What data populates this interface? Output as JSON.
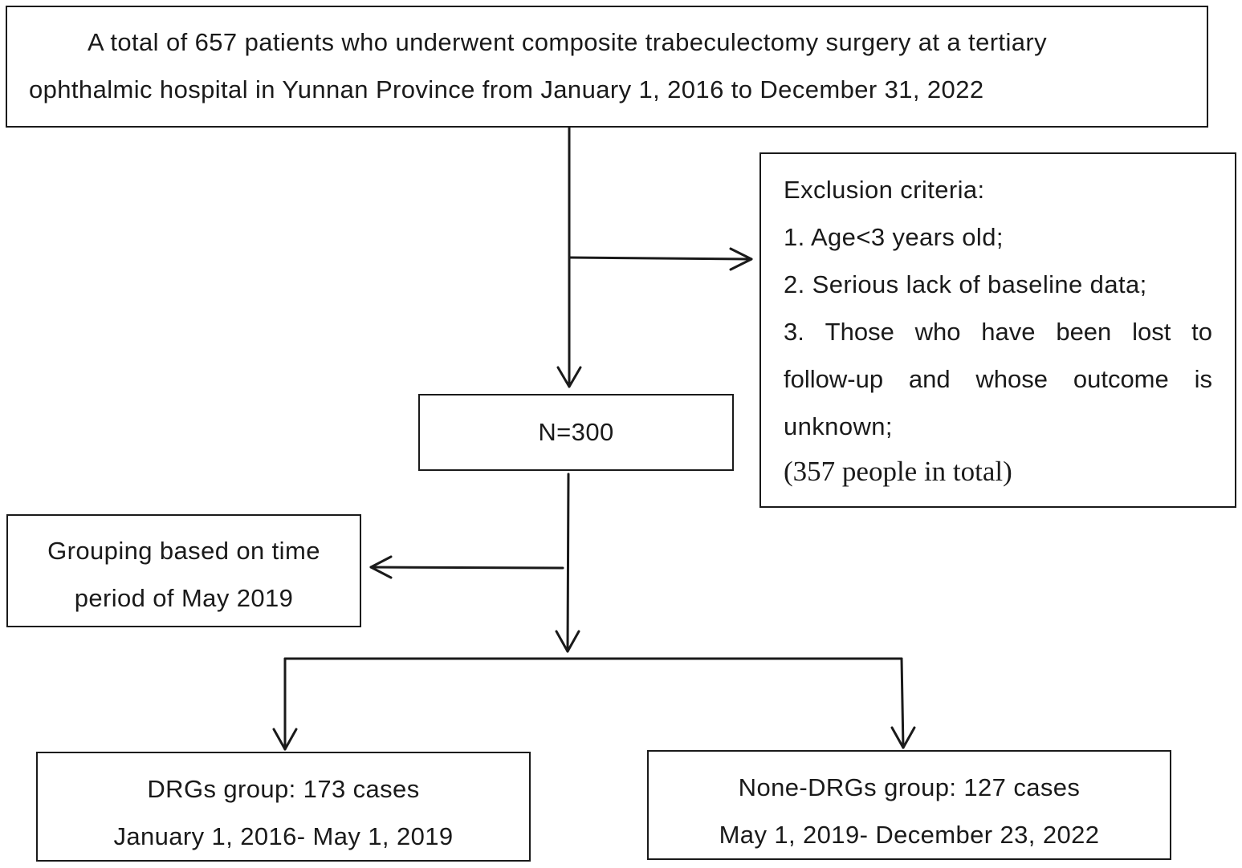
{
  "total_box": {
    "line1": "A total of 657 patients who underwent composite trabeculectomy surgery at a tertiary",
    "line2": "ophthalmic hospital in Yunnan Province from January 1, 2016 to December 31, 2022"
  },
  "exclusion_box": {
    "heading": "Exclusion criteria:",
    "items": [
      "1. Age<3 years old;",
      "2. Serious lack of baseline data;",
      [
        "3.",
        "Those",
        "who",
        "have",
        "been",
        "lost",
        "to"
      ],
      [
        "follow-up",
        "and",
        "whose",
        "outcome",
        "is"
      ],
      "unknown;"
    ],
    "total": "(357 people in total)"
  },
  "n_box": {
    "label": "N=300"
  },
  "grouping_box": {
    "line1": "Grouping based on time",
    "line2": "period of May 2019"
  },
  "drg_box": {
    "line1": "DRGs group: 173 cases",
    "line2": "January 1, 2016- May 1, 2019"
  },
  "nondrg_box": {
    "line1": "None-DRGs group: 127 cases",
    "line2": "May 1, 2019- December 23, 2022"
  },
  "colors": {
    "stroke": "#1a1a1a",
    "background": "#ffffff"
  }
}
